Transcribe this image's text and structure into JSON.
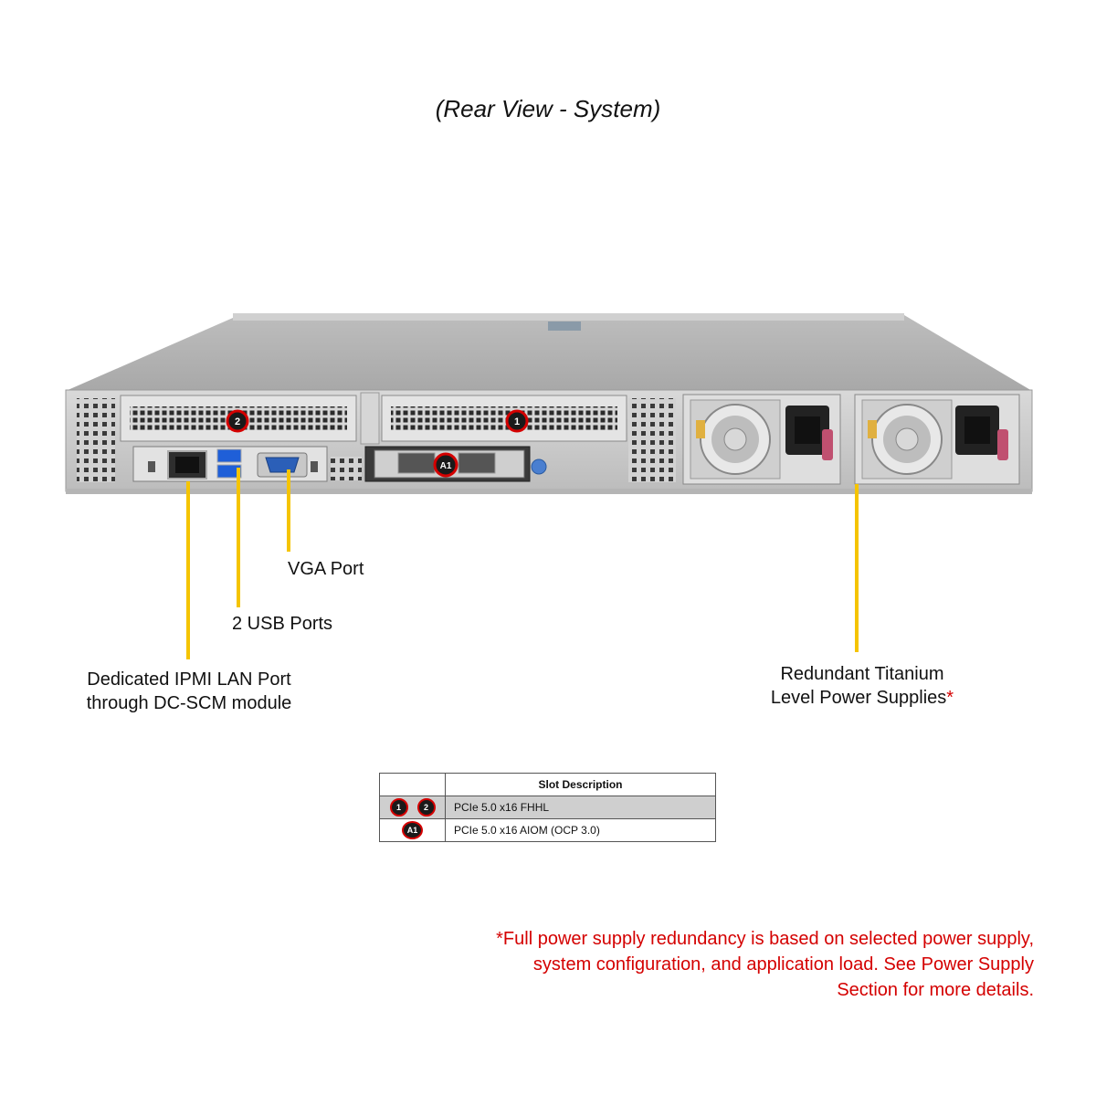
{
  "title": "(Rear View - System)",
  "callouts": {
    "vga": "VGA Port",
    "usb": "2 USB Ports",
    "ipmi_line1": "Dedicated IPMI LAN Port",
    "ipmi_line2": "through DC-SCM module",
    "psu_line1": "Redundant Titanium",
    "psu_line2": "Level Power Supplies",
    "psu_asterisk": "*"
  },
  "badges": {
    "slot1": "1",
    "slot2": "2",
    "aiom": "A1"
  },
  "table": {
    "header": "Slot Description",
    "rows": [
      {
        "ids": [
          "1",
          "2"
        ],
        "description": "PCIe 5.0 x16 FHHL"
      },
      {
        "ids": [
          "A1"
        ],
        "description": "PCIe 5.0 x16 AIOM (OCP 3.0)"
      }
    ]
  },
  "footnote": {
    "line1": "*Full power supply redundancy is based on selected power supply,",
    "line2": "system configuration, and application load. See Power Supply",
    "line3": "Section for more details."
  },
  "colors": {
    "callout_line": "#f5c400",
    "badge_ring": "#d40000",
    "footnote": "#d40000",
    "chassis": "#c9c9c9"
  }
}
